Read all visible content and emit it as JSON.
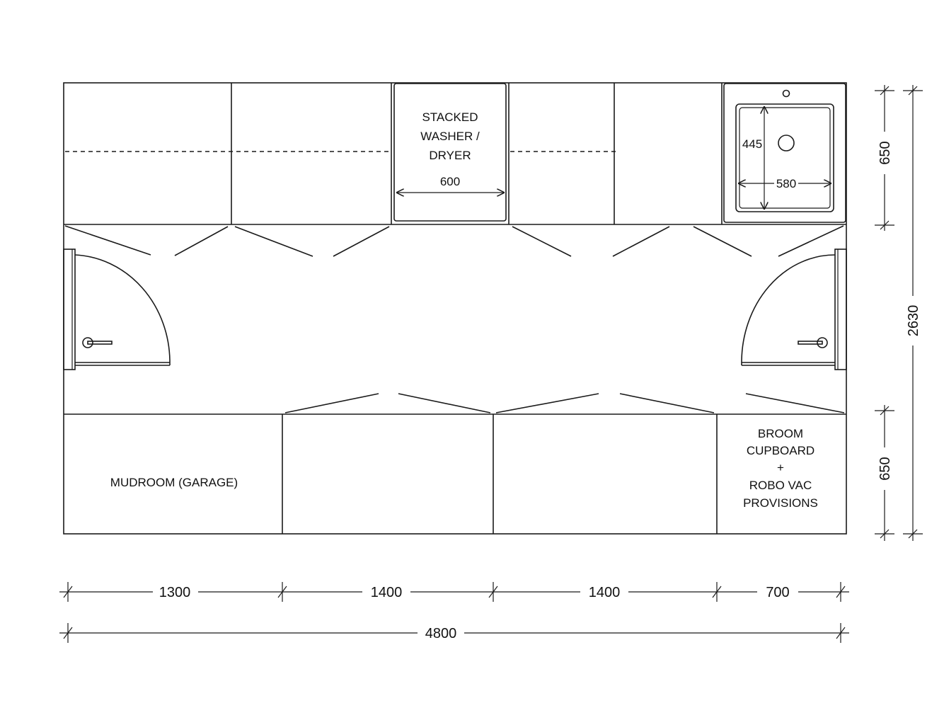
{
  "labels": {
    "washer": [
      "STACKED",
      "WASHER /",
      "DRYER"
    ],
    "washer_width": "600",
    "sink_depth": "445",
    "sink_width": "580",
    "mudroom": "MUDROOM (GARAGE)",
    "broom": [
      "BROOM",
      "CUPBOARD",
      "+",
      "ROBO VAC",
      "PROVISIONS"
    ]
  },
  "dimensions": {
    "bottom_segments": [
      "1300",
      "1400",
      "1400",
      "700"
    ],
    "bottom_total": "4800",
    "right_top": "650",
    "right_bottom": "650",
    "right_total": "2630"
  }
}
